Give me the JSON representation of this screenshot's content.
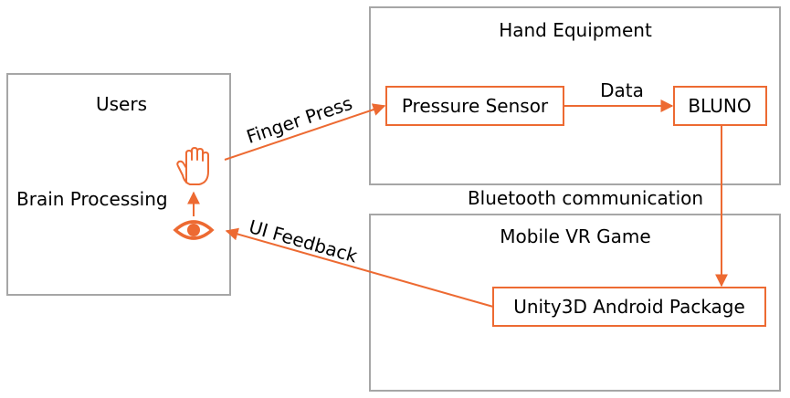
{
  "colors": {
    "accent": "#ed6a32",
    "panel_border": "#a6a6a6",
    "text": "#000000"
  },
  "panels": {
    "users": {
      "title": "Users",
      "brain_label": "Brain Processing"
    },
    "hand_equipment": {
      "title": "Hand Equipment"
    },
    "mobile_vr_game": {
      "title": "Mobile VR Game"
    }
  },
  "nodes": {
    "pressure_sensor": "Pressure Sensor",
    "bluno": "BLUNO",
    "unity_package": "Unity3D Android Package"
  },
  "edges": {
    "finger_press": "Finger Press",
    "data": "Data",
    "bluetooth": "Bluetooth communication",
    "ui_feedback": "UI Feedback"
  },
  "icons": {
    "hand": "hand-icon",
    "eye": "eye-icon"
  }
}
